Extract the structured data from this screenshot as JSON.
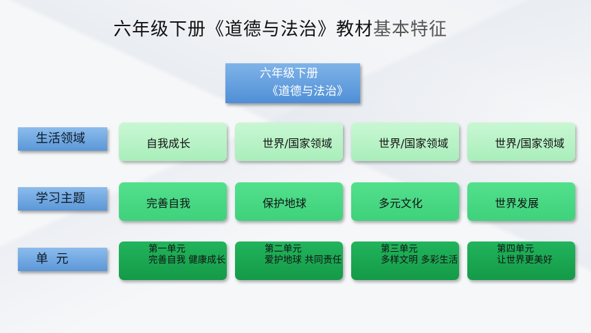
{
  "title": {
    "main": "六年级下册《道德与法治》教材",
    "accent": "基本特征"
  },
  "root": {
    "line1": "六年级下册",
    "line2": "《道德与法治》"
  },
  "rows": {
    "life": {
      "label": "生活领域",
      "cards": [
        "自我成长",
        "世界/国家领域",
        "世界/国家领域",
        "世界/国家领域"
      ]
    },
    "theme": {
      "label": "学习主题",
      "cards": [
        "完善自我",
        "保护地球",
        "多元文化",
        "世界发展"
      ]
    },
    "unit": {
      "label": "单  元",
      "cards": [
        {
          "line1": "第一单元",
          "line2": "完善自我 健康成长"
        },
        {
          "line1": "第二单元",
          "line2": "爱护地球 共同责任"
        },
        {
          "line1": "第三单元",
          "line2": "多样文明 多彩生活"
        },
        {
          "line1": "第四单元",
          "line2": "让世界更美好"
        }
      ]
    }
  }
}
